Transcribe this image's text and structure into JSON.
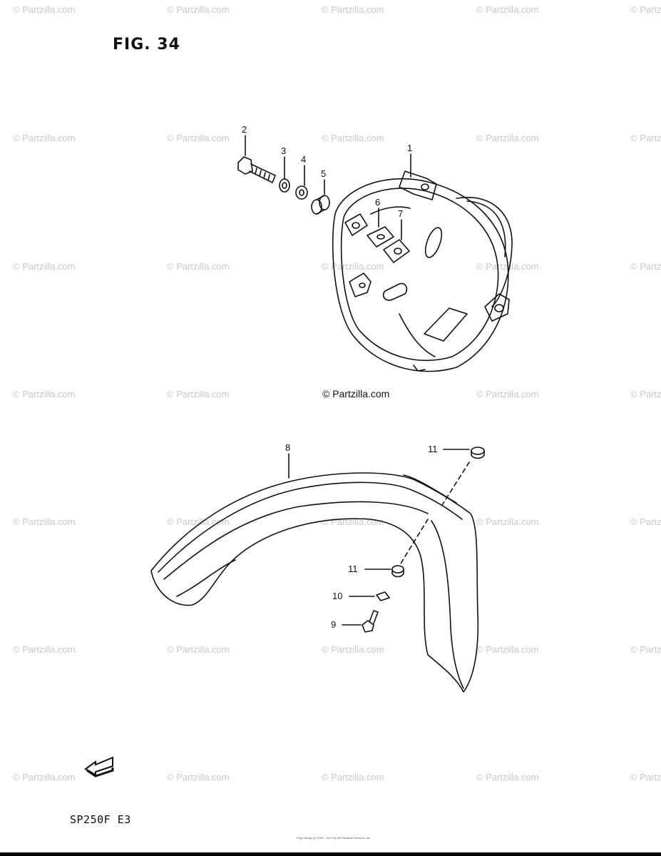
{
  "figure": {
    "title": "FIG. 34",
    "model_code": "SP250F  E3"
  },
  "watermark": {
    "text": "© Partzilla.com",
    "center_text": "© Partzilla.com"
  },
  "callouts": [
    "1",
    "2",
    "3",
    "4",
    "5",
    "6",
    "7",
    "8",
    "9",
    "10",
    "11",
    "11"
  ],
  "fwd_icon": {
    "name": "fwd-arrow-icon",
    "label": "FWD"
  },
  "footer": {
    "line1": "Page design (c) 2001 - 2017 by ARI Network Services, Inc."
  },
  "colors": {
    "line": "#111111",
    "watermark": "#c8c8c8",
    "background": "#ffffff"
  }
}
